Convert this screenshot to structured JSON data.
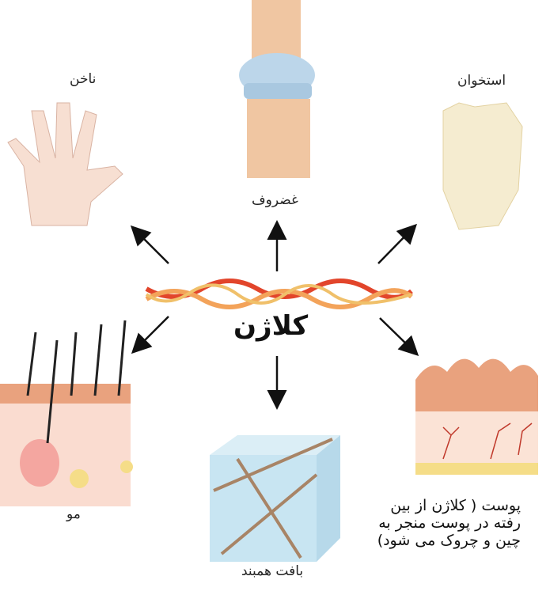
{
  "center": {
    "label": "کلاژن"
  },
  "labels": {
    "nail": "ناخن",
    "cartilage": "غضروف",
    "bone": "استخوان",
    "hair": "مو",
    "connective_tissue": "بافت همبند",
    "skin": "پوست ( کلاژن از بین رفته در پوست منجر به چین و چروک می شود)"
  },
  "colors": {
    "collagen_red": "#e2452b",
    "collagen_orange": "#f3a35a",
    "skin": "#f2b79a",
    "cartilage": "#bcd6ea"
  }
}
